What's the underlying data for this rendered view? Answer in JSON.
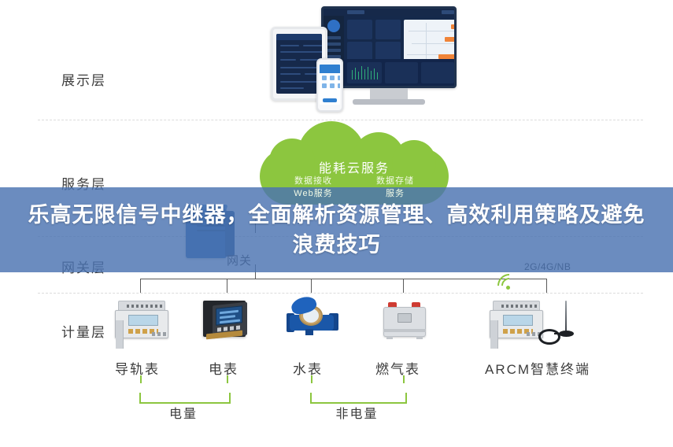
{
  "banner": {
    "text": "乐高无限信号中继器，全面解析资源管理、高效利用策略及避免浪费技巧"
  },
  "layers": [
    {
      "id": "display",
      "label": "展示层"
    },
    {
      "id": "service",
      "label": "服务层"
    },
    {
      "id": "gateway",
      "label": "网关层"
    },
    {
      "id": "meter",
      "label": "计量层"
    }
  ],
  "cloud": {
    "title": "能耗云服务",
    "subs": [
      "数据接收",
      "数据存储",
      "Web服务",
      "服务"
    ],
    "color": "#8cc63f"
  },
  "gateway": {
    "label": "网关",
    "color": "#2e6bb0"
  },
  "wireless": {
    "label": "2G/4G/NB",
    "icon": "wifi-signal-icon",
    "color": "#8cc63f"
  },
  "devices": [
    {
      "id": "din-meter",
      "label": "导轨表"
    },
    {
      "id": "power-meter",
      "label": "电表"
    },
    {
      "id": "water-meter",
      "label": "水表"
    },
    {
      "id": "gas-meter",
      "label": "燃气表"
    },
    {
      "id": "arcm",
      "label": "ARCM智慧终端"
    }
  ],
  "groups": [
    {
      "id": "electric",
      "label": "电量"
    },
    {
      "id": "non-electric",
      "label": "非电量"
    }
  ],
  "display_devices": [
    {
      "id": "tablet",
      "name": "tablet-device"
    },
    {
      "id": "phone",
      "name": "smartphone-device"
    },
    {
      "id": "monitor",
      "name": "desktop-monitor-device"
    }
  ]
}
